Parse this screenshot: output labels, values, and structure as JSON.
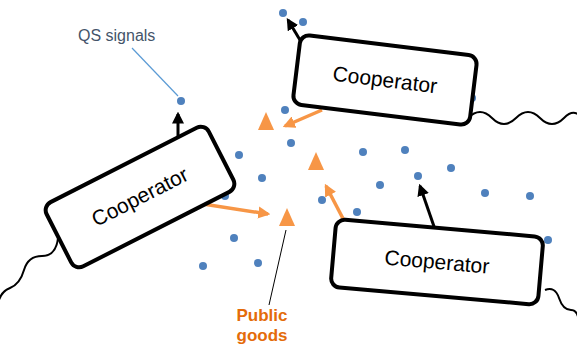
{
  "diagram": {
    "nodes": [
      {
        "text": [
          "Cooperator"
        ]
      },
      {
        "text": [
          "Cooperator"
        ]
      },
      {
        "text": [
          "Cooperator"
        ]
      }
    ],
    "labels": [
      "QS signals",
      "Public goods"
    ]
  }
}
